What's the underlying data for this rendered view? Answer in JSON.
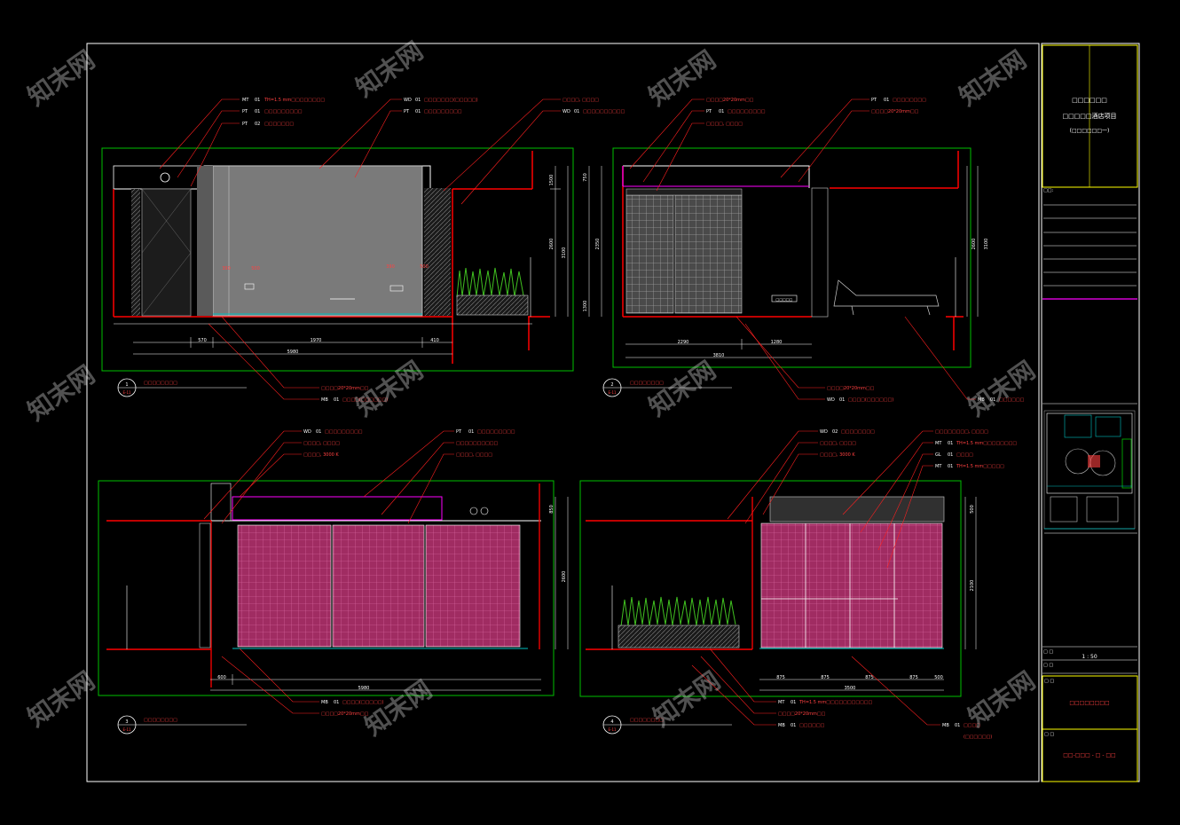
{
  "title_block": {
    "project_line1": "□□□□□□",
    "project_line2": "□□□□□酒店项目",
    "project_line3": "(□□□□□□一)",
    "notes_label": "□□:",
    "scale_label": "□ □",
    "scale_value": "1 : 50",
    "date_label": "□ □",
    "drawing_name_label": "□ □",
    "drawing_name": "□□□□□□□□",
    "drawing_no_label": "□ □",
    "drawing_no": "□□-□□□ - □ - □□"
  },
  "views": [
    {
      "number": "1",
      "sheet": "E-11",
      "title": "□□□□□□□□",
      "dims_bottom": [
        "570",
        "1970",
        "410"
      ],
      "dim_total": "5980",
      "dims_right": [
        "1500",
        "2600",
        "3100"
      ],
      "dims_inner": [
        "390",
        "500",
        "390",
        "500"
      ],
      "tags_top_left": [
        {
          "code": "MT",
          "no": "01",
          "text": "TH=1.5 mm□□□□□□□□"
        },
        {
          "code": "PT",
          "no": "01",
          "text": "□□□□□□□□□"
        },
        {
          "code": "PT",
          "no": "02",
          "text": "□□□□□□□"
        }
      ],
      "tags_top_mid": [
        {
          "code": "WD",
          "no": "01",
          "text": "□□□□□□□(□□□□□)"
        },
        {
          "code": "PT",
          "no": "01",
          "text": "□□□□□□□□□"
        }
      ],
      "tags_top_right": [
        {
          "code": "",
          "no": "",
          "text": "□□□□, □□□□"
        },
        {
          "code": "WD",
          "no": "01",
          "text": "□□□□□□□□□□"
        }
      ],
      "tags_bottom": [
        {
          "code": "",
          "no": "",
          "text": "□□□□20*20mm□□"
        },
        {
          "code": "MB",
          "no": "01",
          "text": "□□□□(□□□□□□)"
        }
      ]
    },
    {
      "number": "2",
      "sheet": "E-11",
      "title": "□□□□□□□□",
      "dims_bottom": [
        "2290",
        "1280"
      ],
      "dim_total": "3810",
      "dims_right": [
        "2600",
        "3100"
      ],
      "dims_left": [
        "750",
        "2350",
        "1300"
      ],
      "tags_top_left": [
        {
          "code": "",
          "no": "",
          "text": "□□□□20*20mm□□"
        },
        {
          "code": "PT",
          "no": "01",
          "text": "□□□□□□□□□"
        },
        {
          "code": "",
          "no": "",
          "text": "□□□□, □□□□"
        }
      ],
      "tags_top_right": [
        {
          "code": "PT",
          "no": "01",
          "text": "□□□□□□□□"
        },
        {
          "code": "",
          "no": "",
          "text": "□□□□20*20mm□□"
        }
      ],
      "tags_bottom": [
        {
          "code": "",
          "no": "",
          "text": "□□□□20*20mm□□"
        },
        {
          "code": "WD",
          "no": "01",
          "text": "□□□□(□□□□□□)"
        },
        {
          "code": "MB",
          "no": "01",
          "text": "□□□□□□"
        }
      ],
      "equip_label": "□□□□□"
    },
    {
      "number": "3",
      "sheet": "E-11",
      "title": "□□□□□□□□",
      "dims_bottom": [
        "600"
      ],
      "dim_total": "5980",
      "dims_right": [
        "850",
        "2600"
      ],
      "tags_top_left": [
        {
          "code": "WD",
          "no": "01",
          "text": "□□□□□□□□□"
        },
        {
          "code": "",
          "no": "",
          "text": "□□□□, □□□□"
        },
        {
          "code": "",
          "no": "",
          "text": "□□□□, 3000 K"
        }
      ],
      "tags_top_right": [
        {
          "code": "PT",
          "no": "01",
          "text": "□□□□□□□□□"
        },
        {
          "code": "",
          "no": "",
          "text": "□□□□□□□□□□"
        },
        {
          "code": "",
          "no": "",
          "text": "□□□□, □□□□"
        }
      ],
      "tags_bottom": [
        {
          "code": "MB",
          "no": "01",
          "text": "□□□□(□□□□□)"
        },
        {
          "code": "",
          "no": "",
          "text": "□□□□20*20mm□□"
        }
      ]
    },
    {
      "number": "4",
      "sheet": "E-11",
      "title": "□□□□□□□□",
      "dims_bottom": [
        "875",
        "875",
        "875",
        "875",
        "500"
      ],
      "dim_total": "3500",
      "dims_right": [
        "500",
        "2100"
      ],
      "tags_top_left": [
        {
          "code": "WD",
          "no": "02",
          "text": "□□□□□□□□"
        },
        {
          "code": "",
          "no": "",
          "text": "□□□□, □□□□"
        },
        {
          "code": "",
          "no": "",
          "text": "□□□□, 3000 K"
        }
      ],
      "tags_top_right": [
        {
          "code": "",
          "no": "",
          "text": "□□□□□□□□, □□□□"
        },
        {
          "code": "MT",
          "no": "01",
          "text": "TH=1.5 mm□□□□□□□□"
        },
        {
          "code": "GL",
          "no": "01",
          "text": "□□□□"
        },
        {
          "code": "MT",
          "no": "01",
          "text": "TH=1.5 mm□□□□□"
        }
      ],
      "tags_bottom": [
        {
          "code": "MT",
          "no": "01",
          "text": "TH=1.5 mm□□□□□□□□□□□"
        },
        {
          "code": "",
          "no": "",
          "text": "□□□□20*20mm□□"
        },
        {
          "code": "MB",
          "no": "01",
          "text": "□□□□□□"
        }
      ],
      "tag_right": [
        {
          "code": "MB",
          "no": "01",
          "text": "□□□□"
        },
        {
          "code": "",
          "no": "",
          "text": "(□□□□□□)"
        }
      ]
    }
  ],
  "watermark": "知末网",
  "colors": {
    "background": "#000000",
    "frame": "#ffffff",
    "view_border": "#00c000",
    "leader": "#ff2020",
    "wall": "#ff0000",
    "ceiling": "#ff00ff",
    "grey_panel": "#7a7a7a",
    "pink_panel": "#b0306a",
    "glass_grid": "#909090",
    "plant": "#40c020",
    "title_block": "#ffff00"
  }
}
